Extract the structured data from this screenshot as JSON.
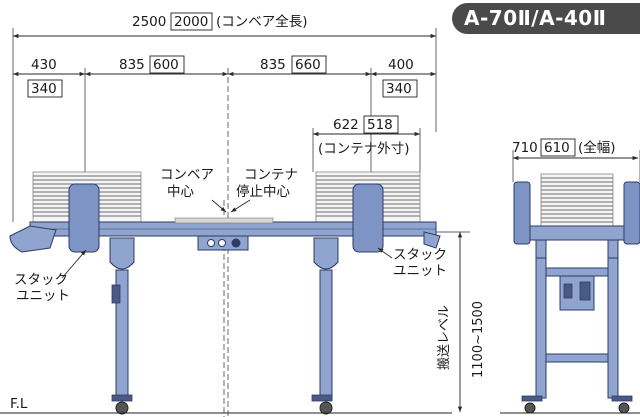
{
  "badge": "A-70Ⅱ/A-40Ⅱ",
  "top_dim": {
    "value": "2500",
    "boxed": "2000",
    "note": "(コンベア全長)"
  },
  "seg1": {
    "value": "430",
    "boxed": "340"
  },
  "seg2": {
    "value": "835",
    "boxed": "600"
  },
  "seg3": {
    "value": "835",
    "boxed": "660"
  },
  "seg4": {
    "value": "400",
    "boxed": "340"
  },
  "container_dim": {
    "value": "622",
    "boxed": "518",
    "note": "(コンテナ外寸)"
  },
  "width_dim": {
    "value": "710",
    "boxed": "610",
    "note": "(全幅)"
  },
  "conveyor_center": [
    "コンベア",
    "中心"
  ],
  "container_stop_center": [
    "コンテナ",
    "停止中心"
  ],
  "stack_unit_left": [
    "スタック",
    "ユニット"
  ],
  "stack_unit_right": [
    "スタック",
    "ユニット"
  ],
  "transport_level": "搬送レベル",
  "height_range": "1100~1500",
  "floor_label": "F.L"
}
